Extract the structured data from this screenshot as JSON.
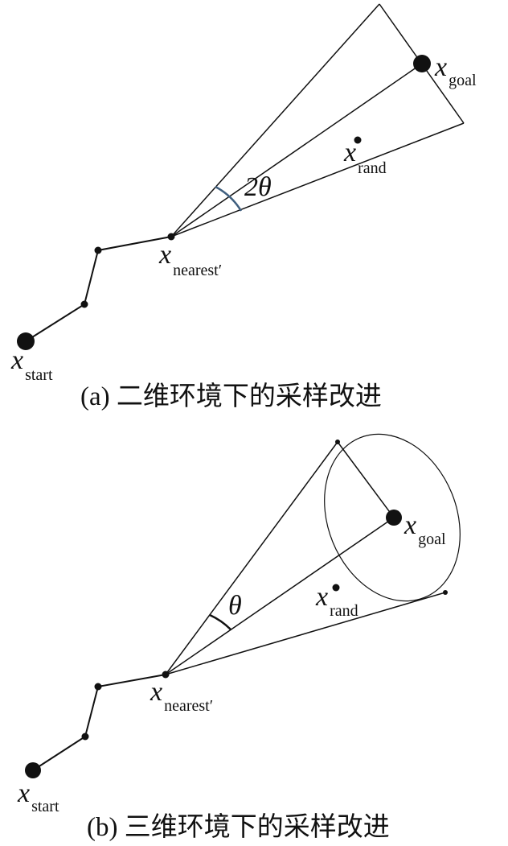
{
  "panel_a": {
    "caption": "(a) 二维环境下的采样改进",
    "angle_label": "2θ",
    "labels": {
      "goal": {
        "symbol": "x",
        "sub": "goal"
      },
      "rand": {
        "symbol": "x",
        "sub": "rand"
      },
      "nearest": {
        "symbol": "x",
        "sub": "nearest′"
      },
      "start": {
        "symbol": "x",
        "sub": "start"
      }
    }
  },
  "panel_b": {
    "caption": "(b) 三维环境下的采样改进",
    "angle_label": "θ",
    "labels": {
      "goal": {
        "symbol": "x",
        "sub": "goal"
      },
      "rand": {
        "symbol": "x",
        "sub": "rand"
      },
      "nearest": {
        "symbol": "x",
        "sub": "nearest′"
      },
      "start": {
        "symbol": "x",
        "sub": "start"
      }
    }
  },
  "colors": {
    "line": "#111111",
    "angle_arc": "#3f5f7f"
  }
}
